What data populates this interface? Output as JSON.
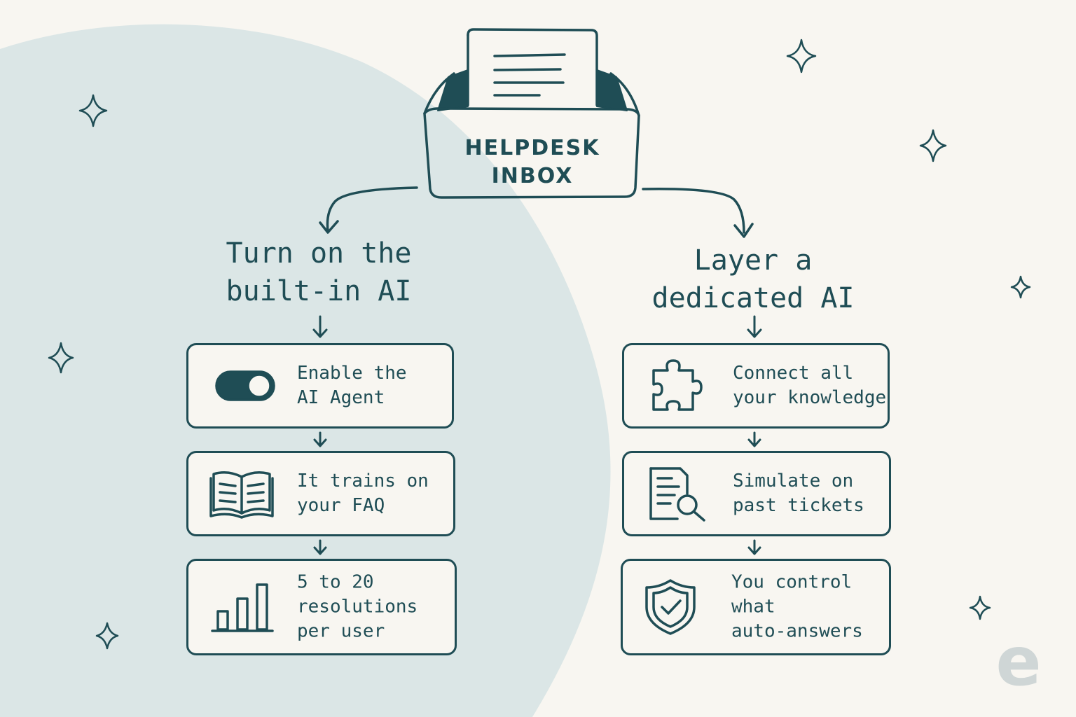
{
  "colors": {
    "ink": "#1f4d55",
    "background": "#f8f6f1",
    "blob": "#dbe6e6",
    "logo": "#cfd6d6"
  },
  "inbox": {
    "line1": "HELPDESK",
    "line2": "INBOX",
    "icon": "inbox-tray-icon"
  },
  "left": {
    "title_line1": "Turn on the",
    "title_line2": "built-in AI",
    "steps": [
      {
        "icon": "toggle-icon",
        "lines": [
          "Enable the",
          "AI Agent"
        ]
      },
      {
        "icon": "open-book-icon",
        "lines": [
          "It trains on",
          "your FAQ"
        ]
      },
      {
        "icon": "bar-chart-icon",
        "lines": [
          "5 to 20",
          "resolutions",
          "per user"
        ]
      }
    ]
  },
  "right": {
    "title_line1": "Layer a",
    "title_line2": "dedicated AI",
    "steps": [
      {
        "icon": "puzzle-icon",
        "lines": [
          "Connect all",
          "your knowledge"
        ]
      },
      {
        "icon": "document-search-icon",
        "lines": [
          "Simulate on",
          "past tickets"
        ]
      },
      {
        "icon": "shield-check-icon",
        "lines": [
          "You control",
          "what",
          "auto-answers"
        ]
      }
    ]
  },
  "logo": {
    "letter": "e"
  }
}
